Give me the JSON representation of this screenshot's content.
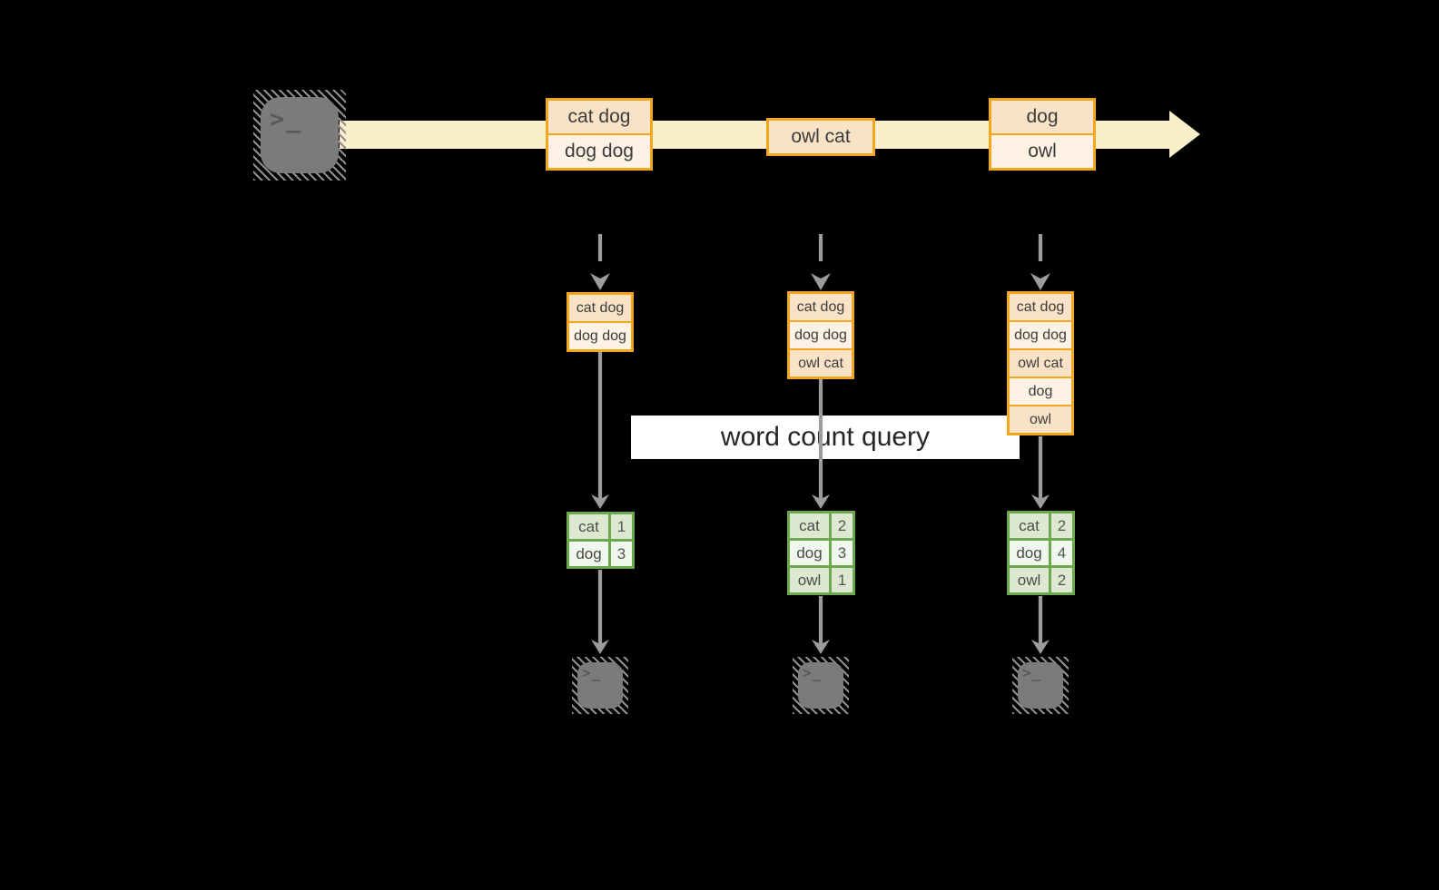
{
  "stream": {
    "source_terminal_glyph": ">_",
    "batches": [
      {
        "lines": [
          "cat dog",
          "dog dog"
        ]
      },
      {
        "lines": [
          "owl cat"
        ]
      },
      {
        "lines": [
          "dog",
          "owl"
        ]
      }
    ]
  },
  "micro_batches": [
    {
      "lines": [
        "cat dog",
        "dog dog"
      ]
    },
    {
      "lines": [
        "cat dog",
        "dog dog",
        "owl cat"
      ]
    },
    {
      "lines": [
        "cat dog",
        "dog dog",
        "owl cat",
        "dog",
        "owl"
      ]
    }
  ],
  "query": {
    "label": "word count query"
  },
  "word_count_tables": [
    {
      "rows": [
        {
          "word": "cat",
          "count": "1"
        },
        {
          "word": "dog",
          "count": "3"
        }
      ]
    },
    {
      "rows": [
        {
          "word": "cat",
          "count": "2"
        },
        {
          "word": "dog",
          "count": "3"
        },
        {
          "word": "owl",
          "count": "1"
        }
      ]
    },
    {
      "rows": [
        {
          "word": "cat",
          "count": "2"
        },
        {
          "word": "dog",
          "count": "4"
        },
        {
          "word": "owl",
          "count": "2"
        }
      ]
    }
  ],
  "output_terminals": [
    {
      "glyph": ">_"
    },
    {
      "glyph": ">_"
    },
    {
      "glyph": ">_"
    }
  ],
  "colors": {
    "background": "#000000",
    "stream_band": "#fbeecb",
    "box_border_orange": "#f2a71e",
    "cell_peach": "#f9e2c6",
    "cell_cream": "#fdf2e3",
    "table_border_green": "#6ba84f",
    "cell_green_light": "#dce9d0",
    "cell_green_pale": "#f2f7ed",
    "arrow_gray": "#9c9c9c",
    "terminal_gray": "#7b7b7b",
    "query_band_bg": "#ffffff",
    "text_dark": "#3c3c3c"
  }
}
